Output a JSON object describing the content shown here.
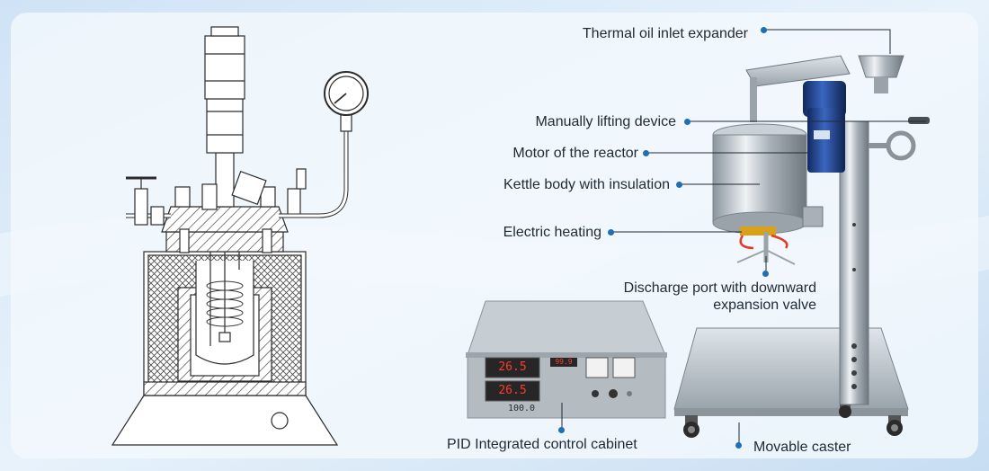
{
  "labels": {
    "thermal_oil_inlet_expander": "Thermal oil inlet expander",
    "manually_lifting_device": "Manually lifting device",
    "motor_of_reactor": "Motor of the reactor",
    "kettle_body": "Kettle body with insulation",
    "electric_heating": "Electric heating",
    "discharge_port_line1": "Discharge port with downward",
    "discharge_port_line2": "expansion valve",
    "pid_cabinet": "PID Integrated control cabinet",
    "movable_caster": "Movable caster"
  },
  "controller": {
    "display_top": "26.5",
    "display_mid": "100.0",
    "display_bottom": "26.5",
    "display_small": "99.9"
  },
  "colors": {
    "accent": "#1e6fb4",
    "background": "#dcecf9",
    "panel": "#f4f9fd",
    "steel": "#b9c2c9",
    "motor": "#1d3f8f",
    "heater": "#e23a2a"
  }
}
